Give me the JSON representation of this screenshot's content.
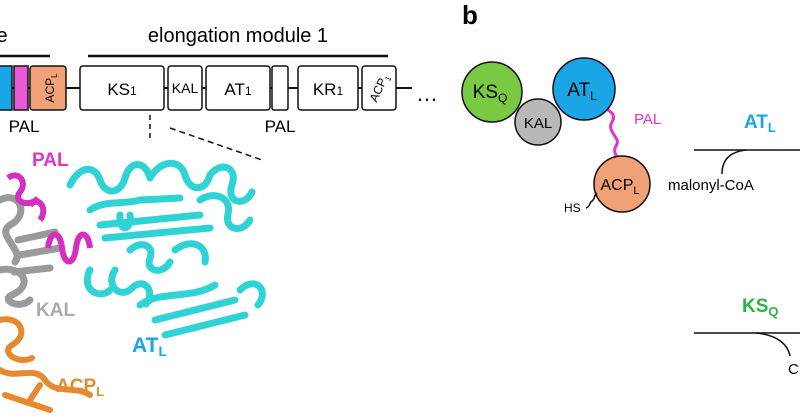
{
  "panel_a": {
    "header_left_fragment": "le",
    "module_title": "elongation module 1",
    "domains_left": {
      "acp": "ACP",
      "acp_sub": "L",
      "pal": "PAL"
    },
    "domains_module": {
      "ks": "KS",
      "ks_sub": "1",
      "kal": "KAL",
      "at": "AT",
      "at_sub": "1",
      "kr": "KR",
      "kr_sub": "1",
      "acp": "ACP",
      "acp_sub": "1",
      "pal": "PAL",
      "ellipsis": "…"
    },
    "structure_labels": {
      "pal": "PAL",
      "kal": "KAL",
      "at": "AT",
      "at_sub": "L",
      "acp": "ACP",
      "acp_sub": "L"
    }
  },
  "panel_b": {
    "letter": "b",
    "ks": "KS",
    "ks_sub": "Q",
    "at": "AT",
    "at_sub": "L",
    "kal": "KAL",
    "pal": "PAL",
    "acp": "ACP",
    "acp_sub": "L",
    "hs": "HS",
    "arrow1_label": "AT",
    "arrow1_sub": "L",
    "substrate": "malonyl-CoA",
    "arrow2_label": "KS",
    "arrow2_sub": "Q",
    "cut_letter": "C"
  },
  "colors": {
    "cyan": "#2fd3d6",
    "at_blue": "#1aa6e6",
    "pal_magenta": "#e433c9",
    "acp_orange": "#f0a276",
    "ks_green": "#7ac943",
    "kal_gray": "#b8b8b8",
    "acp_text_orange": "#e6892f",
    "ks_label_green": "#2bb34a"
  }
}
